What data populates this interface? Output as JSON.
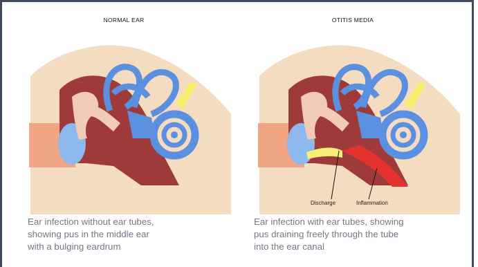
{
  "left_panel": {
    "title": "NORMAL EAR",
    "caption_lines": [
      "Ear infection without ear tubes,",
      "showing pus in the middle ear",
      "with a bulging eardrum"
    ]
  },
  "right_panel": {
    "title": "OTITIS MEDIA",
    "caption_lines": [
      "Ear infection with ear tubes, showing",
      "pus draining freely through the tube",
      "into the ear canal"
    ],
    "labels": {
      "discharge": "Discharge",
      "inflammation": "Inflammation"
    }
  },
  "colors": {
    "skin": "#f3dcc0",
    "canal": "#f0a585",
    "tissue": "#9e3b3a",
    "cochlea": "#5b8fe0",
    "nerve": "#f6ee6b",
    "bone": "#f2cbb8",
    "eardrum": "#8db8ee",
    "pus": "#f7ee77",
    "inflamed": "#e4332f",
    "frame": "#3f4a5a"
  }
}
